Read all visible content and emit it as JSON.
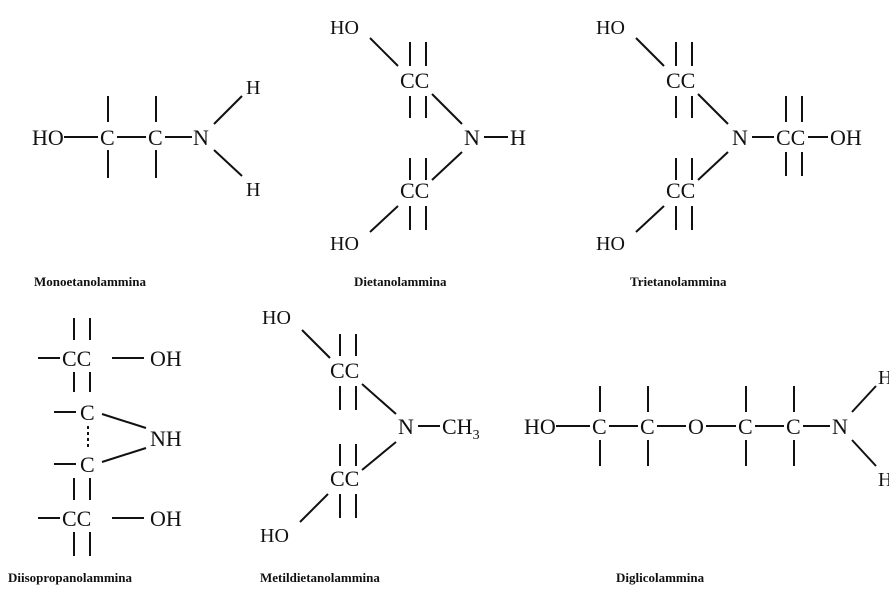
{
  "molecules": {
    "monoetanolammina": {
      "caption": "Monoetanolammina",
      "atoms": {
        "ho": "HO",
        "c1": "C",
        "c2": "C",
        "n": "N",
        "h1": "H",
        "h2": "H"
      }
    },
    "dietanolammina": {
      "caption": "Dietanolammina",
      "atoms": {
        "ho_top": "HO",
        "cc_top": "CC",
        "n": "N",
        "h": "H",
        "cc_bottom": "CC",
        "ho_bottom": "HO"
      }
    },
    "trietanolammina": {
      "caption": "Trietanolammina",
      "atoms": {
        "ho_top": "HO",
        "cc_top": "CC",
        "n": "N",
        "cc_right": "CC",
        "oh_right": "OH",
        "cc_bottom": "CC",
        "ho_bottom": "HO"
      }
    },
    "diisopropanolammina": {
      "caption": "Diisopropanolammina",
      "atoms": {
        "cc_top": "CC",
        "oh_top": "OH",
        "c_upper": "C",
        "nh": "NH",
        "c_lower": "C",
        "cc_bottom": "CC",
        "oh_bottom": "OH"
      }
    },
    "metildietanolammina": {
      "caption": "Metildietanolammina",
      "atoms": {
        "ho_top": "HO",
        "cc_top": "CC",
        "n": "N",
        "ch": "CH",
        "ch_sub": "3",
        "cc_bottom": "CC",
        "ho_bottom": "HO"
      }
    },
    "diglicolammina": {
      "caption": "Diglicolammina",
      "atoms": {
        "ho": "HO",
        "c1": "C",
        "c2": "C",
        "o": "O",
        "c3": "C",
        "c4": "C",
        "n": "N",
        "h1": "H",
        "h2": "H"
      }
    }
  }
}
